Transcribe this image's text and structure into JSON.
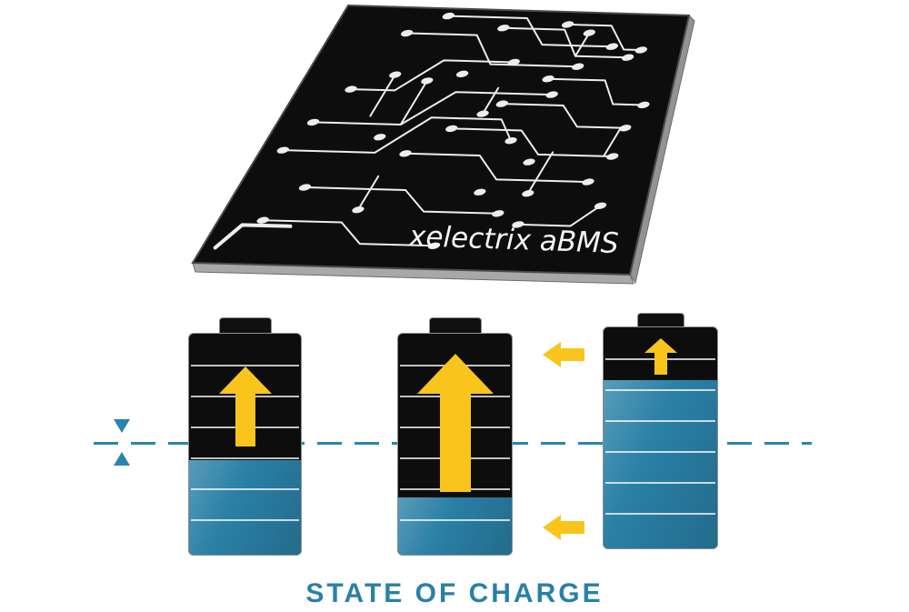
{
  "illustration": {
    "board": {
      "label": "xelectrix aBMS"
    },
    "caption": "STATE OF CHARGE",
    "colors": {
      "teal": "#2A80A6",
      "yellow": "#F9C51D",
      "board_black": "#0D0D0D",
      "trace_white": "#EDEDED"
    },
    "batteries": [
      {
        "id": "battery-left",
        "fill_percent": 43,
        "arrow_icon": "up-arrow-medium"
      },
      {
        "id": "battery-center",
        "fill_percent": 26,
        "arrow_icon": "up-arrow-large"
      },
      {
        "id": "battery-right",
        "fill_percent": 76,
        "arrow_icon": "up-arrow-small"
      }
    ],
    "transfer_arrows": [
      {
        "id": "top",
        "direction": "left"
      },
      {
        "id": "bottom",
        "direction": "left"
      }
    ],
    "balance_line": {
      "style": "dashed"
    }
  }
}
